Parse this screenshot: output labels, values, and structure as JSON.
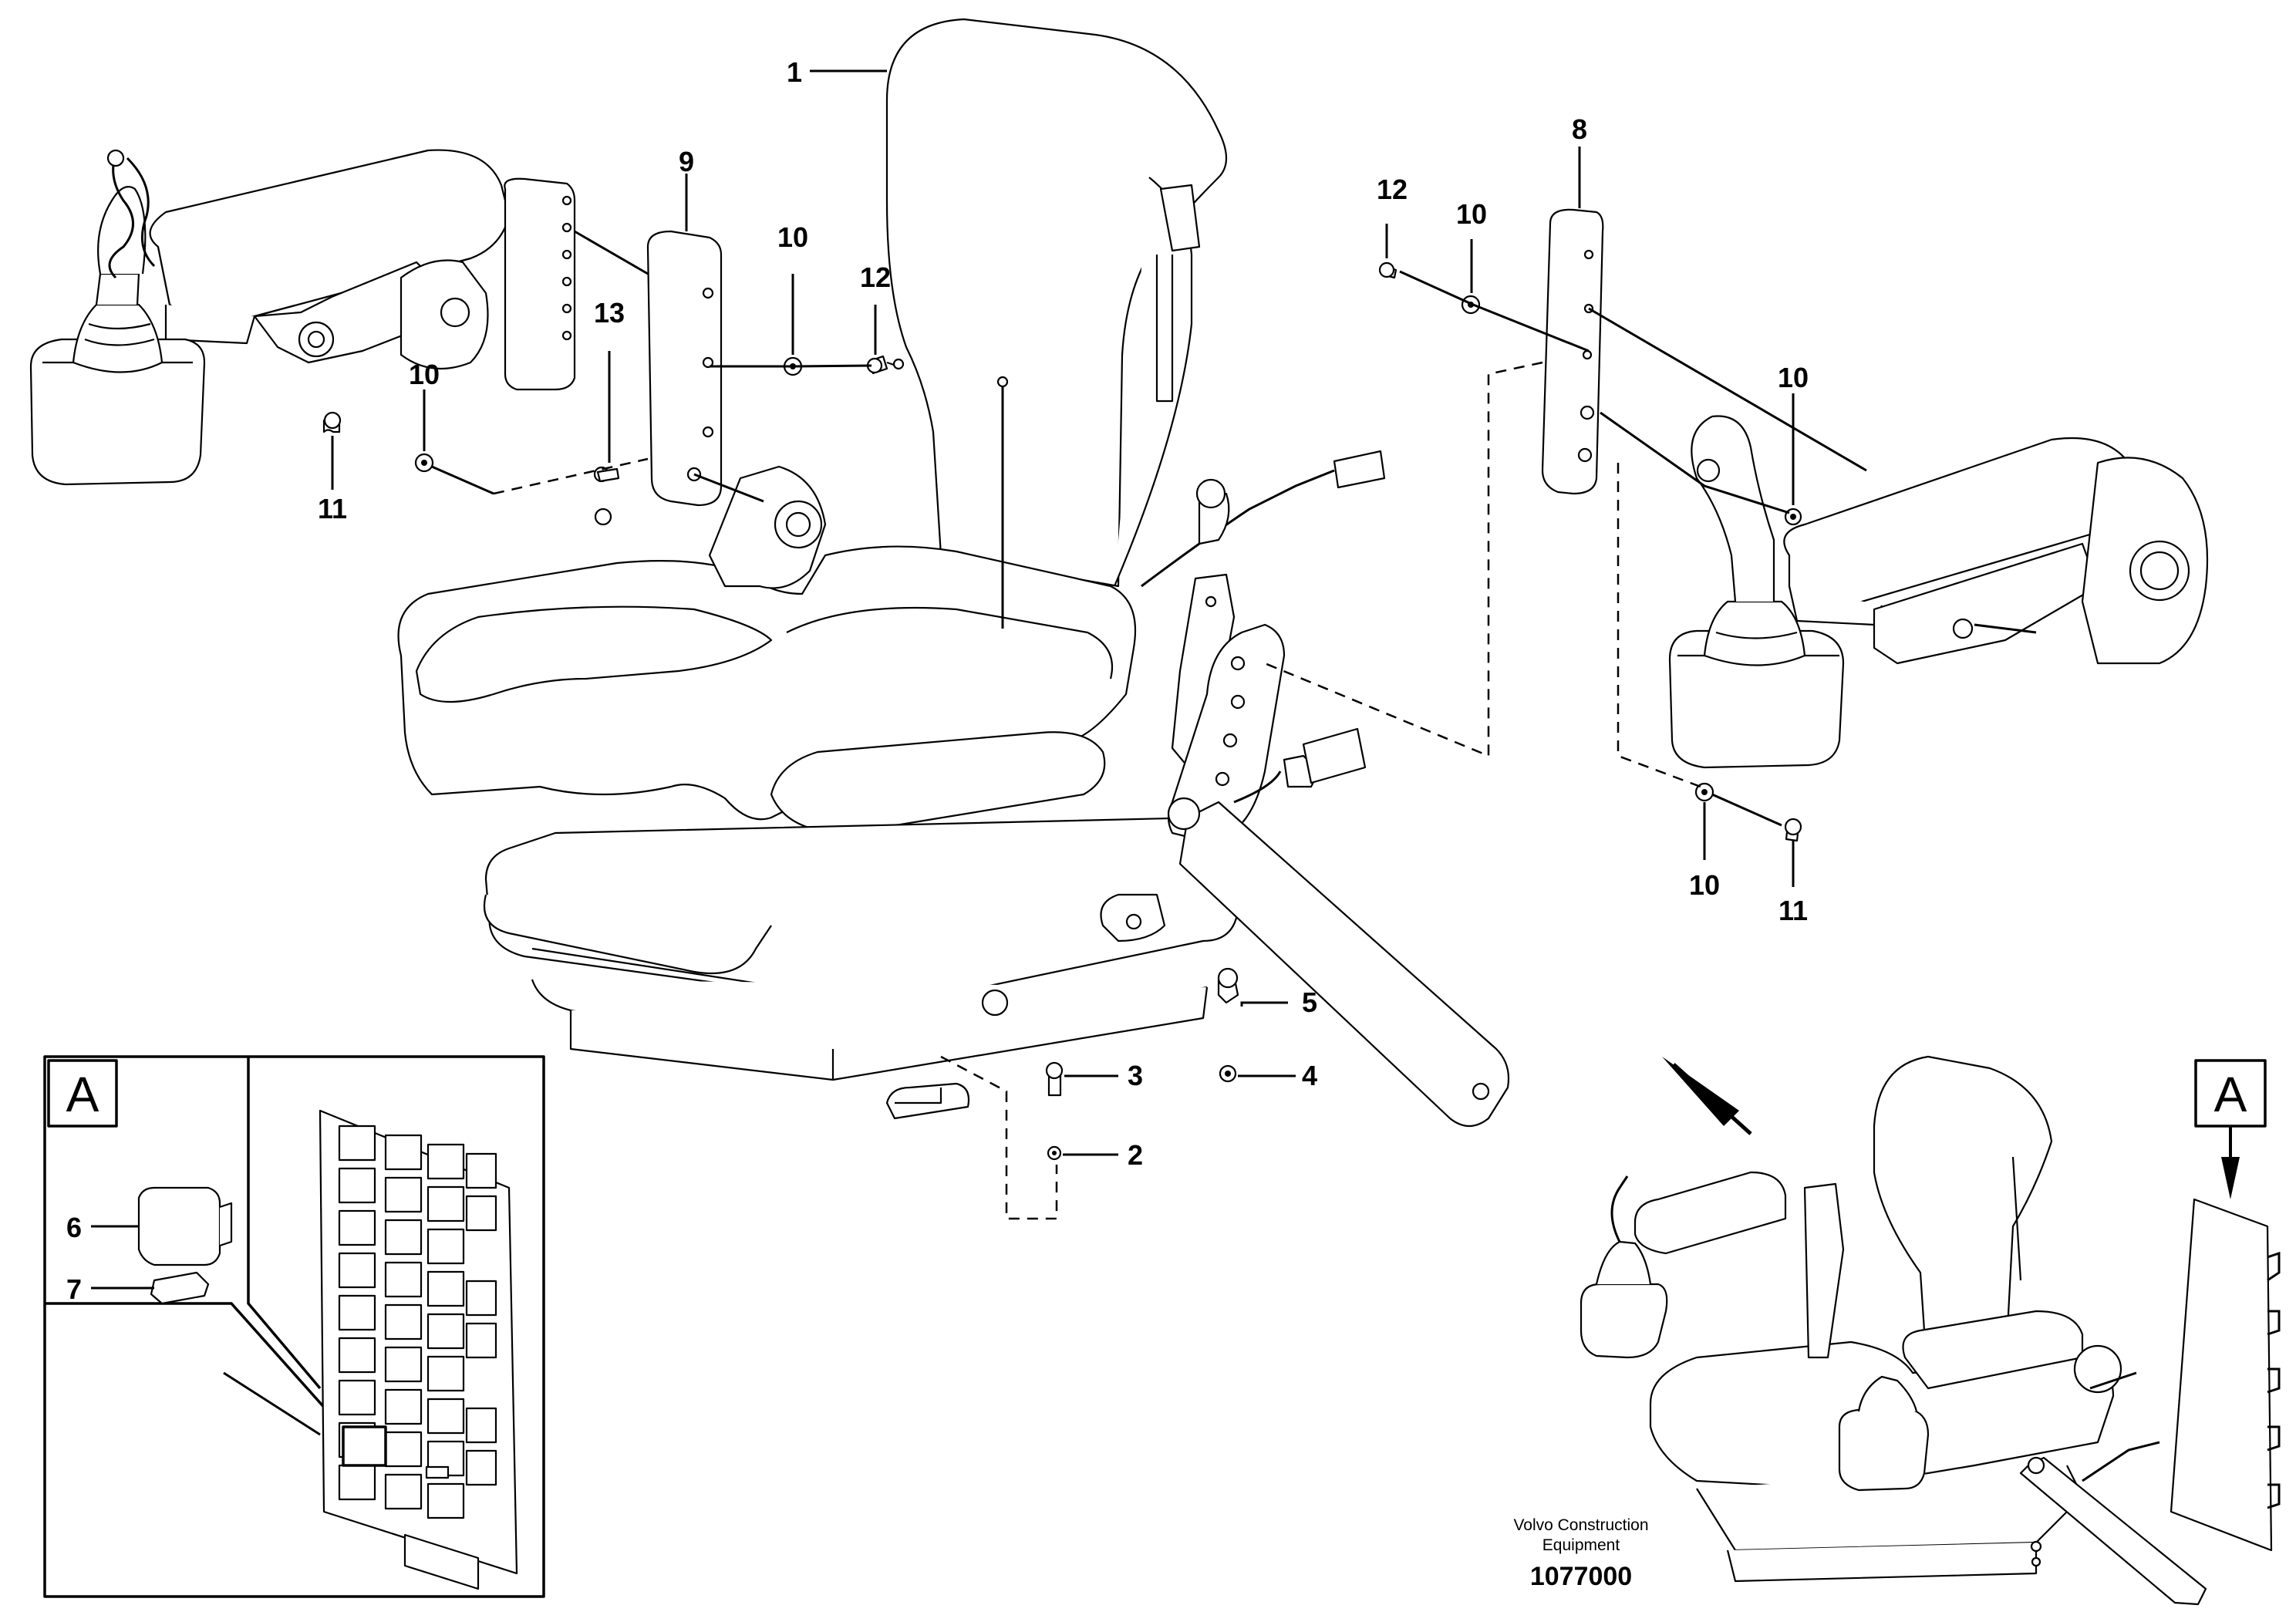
{
  "callouts": {
    "c1": "1",
    "c2": "2",
    "c3": "3",
    "c4": "4",
    "c5": "5",
    "c6": "6",
    "c7": "7",
    "c8": "8",
    "c9": "9",
    "c10a": "10",
    "c10b": "10",
    "c10c": "10",
    "c10d": "10",
    "c10e": "10",
    "c11a": "11",
    "c11b": "11",
    "c12a": "12",
    "c12b": "12",
    "c13": "13"
  },
  "detail": {
    "box_letter": "A",
    "ref_letter": "A"
  },
  "credit": {
    "line1": "Volvo Construction",
    "line2": "Equipment",
    "number": "1077000"
  }
}
